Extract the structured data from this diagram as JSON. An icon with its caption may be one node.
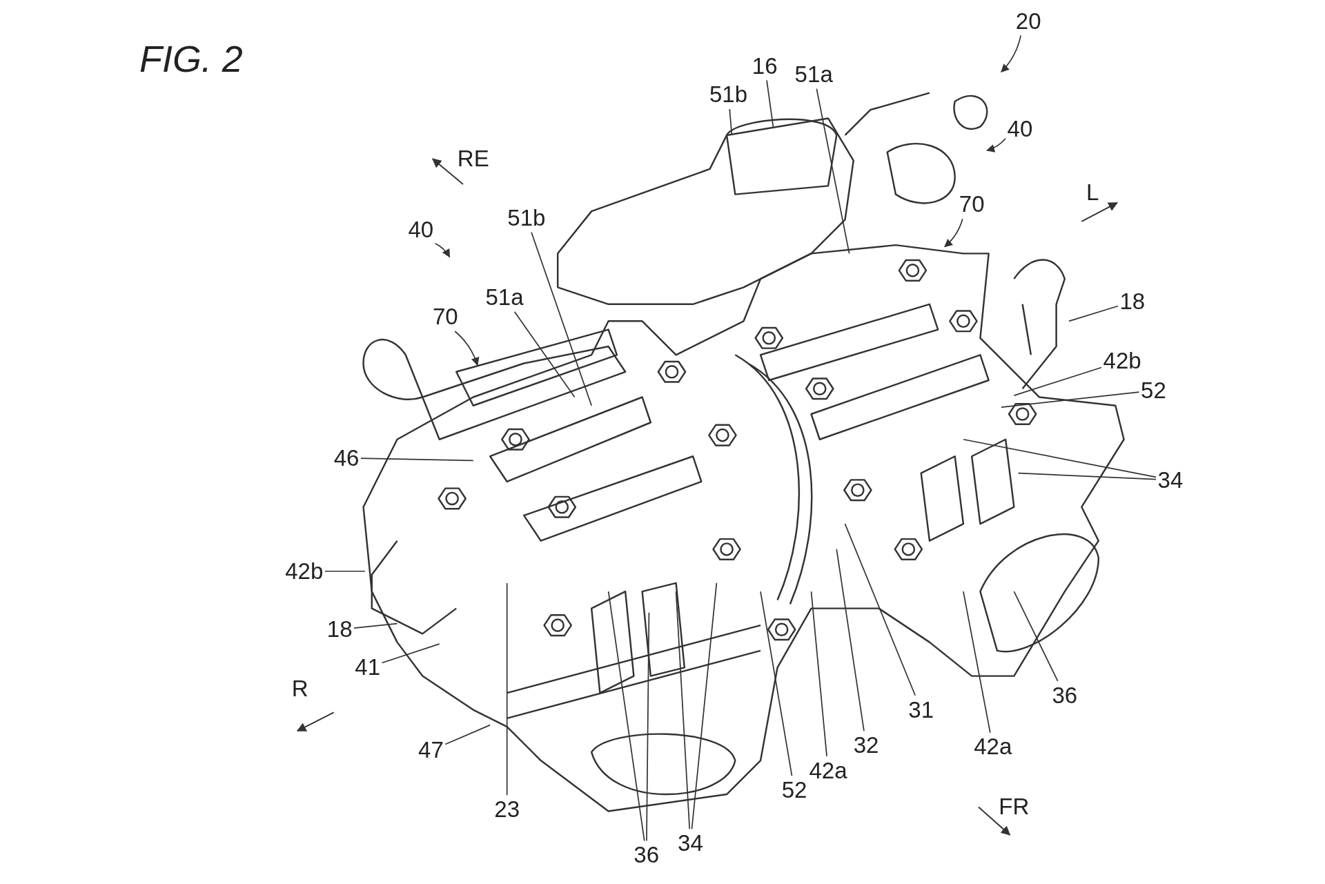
{
  "diagram": {
    "title": "FIG. 2",
    "nodes": [
      {
        "text": [
          "20"
        ]
      },
      {
        "text": [
          "16"
        ]
      },
      {
        "text": [
          "51b"
        ]
      },
      {
        "text": [
          "51a"
        ]
      },
      {
        "text": [
          "40"
        ]
      },
      {
        "text": [
          "70"
        ]
      },
      {
        "text": [
          "40"
        ]
      },
      {
        "text": [
          "51b"
        ]
      },
      {
        "text": [
          "51a"
        ]
      },
      {
        "text": [
          "70"
        ]
      },
      {
        "text": [
          "18"
        ]
      },
      {
        "text": [
          "42b"
        ]
      },
      {
        "text": [
          "52"
        ]
      },
      {
        "text": [
          "34"
        ]
      },
      {
        "text": [
          "46"
        ]
      },
      {
        "text": [
          "42b"
        ]
      },
      {
        "text": [
          "18"
        ]
      },
      {
        "text": [
          "41"
        ]
      },
      {
        "text": [
          "47"
        ]
      },
      {
        "text": [
          "23"
        ]
      },
      {
        "text": [
          "36"
        ]
      },
      {
        "text": [
          "34"
        ]
      },
      {
        "text": [
          "52"
        ]
      },
      {
        "text": [
          "42a"
        ]
      },
      {
        "text": [
          "32"
        ]
      },
      {
        "text": [
          "31"
        ]
      },
      {
        "text": [
          "42a"
        ]
      },
      {
        "text": [
          "36"
        ]
      }
    ],
    "edges": [
      {
        "from": 0,
        "to": null,
        "arrow": "to"
      },
      {
        "from": 1,
        "to": null,
        "arrow": "none"
      },
      {
        "from": 2,
        "to": null,
        "arrow": "none"
      },
      {
        "from": 3,
        "to": null,
        "arrow": "none"
      },
      {
        "from": 4,
        "to": null,
        "arrow": "to"
      },
      {
        "from": 5,
        "to": null,
        "arrow": "to"
      },
      {
        "from": 6,
        "to": null,
        "arrow": "to"
      },
      {
        "from": 7,
        "to": null,
        "arrow": "none"
      },
      {
        "from": 8,
        "to": null,
        "arrow": "none"
      },
      {
        "from": 9,
        "to": null,
        "arrow": "to"
      },
      {
        "from": 10,
        "to": null,
        "arrow": "none"
      },
      {
        "from": 11,
        "to": null,
        "arrow": "none"
      },
      {
        "from": 12,
        "to": null,
        "arrow": "none"
      },
      {
        "from": 13,
        "to": null,
        "arrow": "none"
      },
      {
        "from": 13,
        "to": null,
        "arrow": "none"
      },
      {
        "from": 14,
        "to": null,
        "arrow": "none"
      },
      {
        "from": 15,
        "to": null,
        "arrow": "none"
      },
      {
        "from": 16,
        "to": null,
        "arrow": "none"
      },
      {
        "from": 17,
        "to": null,
        "arrow": "none"
      },
      {
        "from": 18,
        "to": null,
        "arrow": "none"
      },
      {
        "from": 19,
        "to": null,
        "arrow": "none"
      },
      {
        "from": 20,
        "to": null,
        "arrow": "none"
      },
      {
        "from": 20,
        "to": null,
        "arrow": "none"
      },
      {
        "from": 21,
        "to": null,
        "arrow": "none"
      },
      {
        "from": 21,
        "to": null,
        "arrow": "none"
      },
      {
        "from": 22,
        "to": null,
        "arrow": "none"
      },
      {
        "from": 23,
        "to": null,
        "arrow": "none"
      },
      {
        "from": 24,
        "to": null,
        "arrow": "none"
      },
      {
        "from": 25,
        "to": null,
        "arrow": "none"
      },
      {
        "from": 26,
        "to": null,
        "arrow": "none"
      },
      {
        "from": 27,
        "to": null,
        "arrow": "none"
      }
    ],
    "labels": [
      "RE",
      "L",
      "R",
      "FR"
    ]
  }
}
